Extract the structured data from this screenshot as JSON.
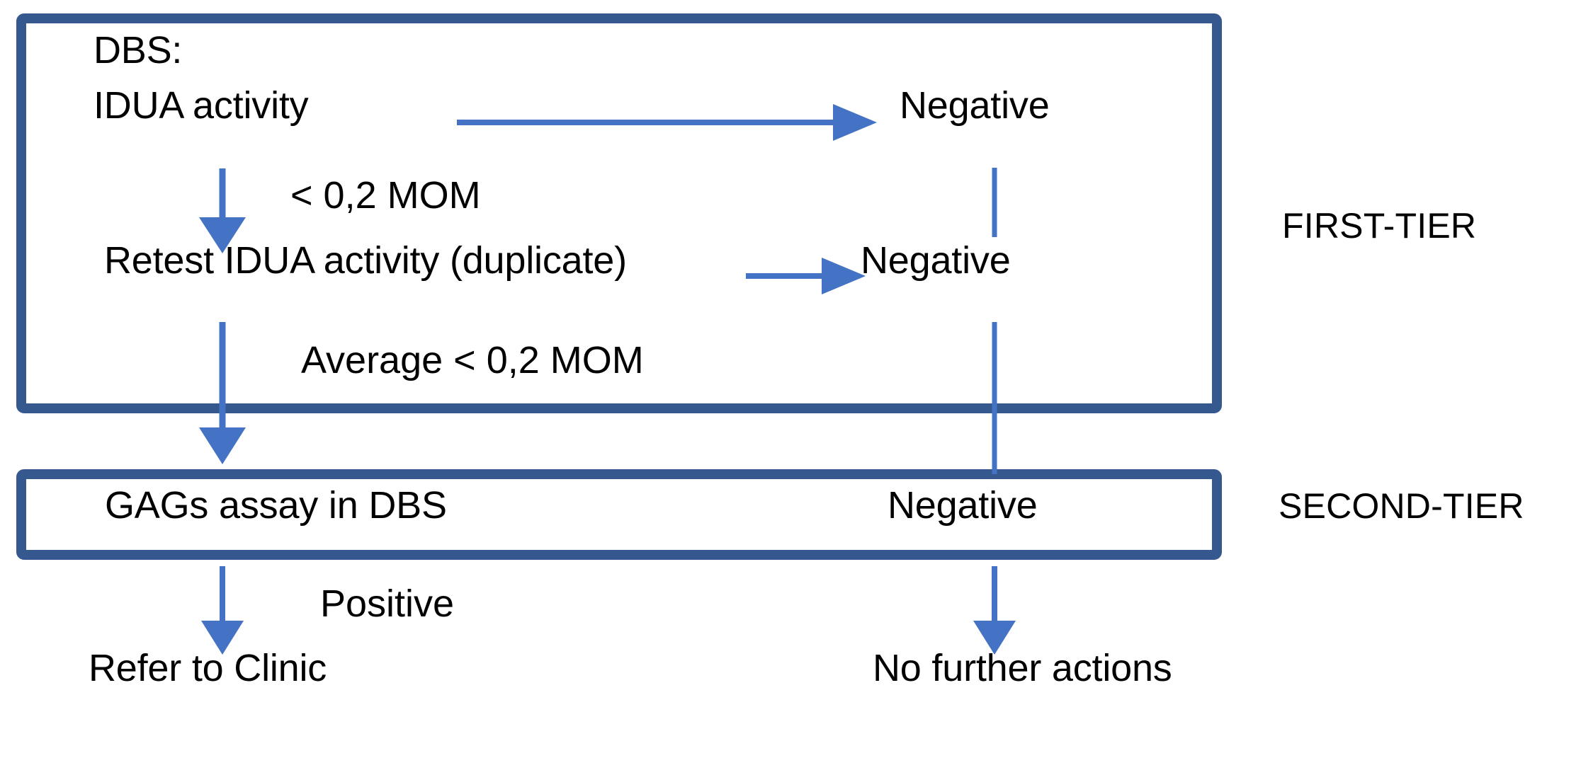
{
  "title": "Two-tier newborn screening algorithm for MPS I (IDUA / GAGs)",
  "colors": {
    "box_border": "#35598F",
    "arrow": "#4472C4",
    "text": "#000000",
    "background": "#FFFFFF"
  },
  "tiers": [
    {
      "id": "first",
      "label": "FIRST-TIER"
    },
    {
      "id": "second",
      "label": "SECOND-TIER"
    }
  ],
  "nodes": {
    "dbs_header": "DBS:",
    "idua_activity": "IDUA activity",
    "negative_1": "Negative",
    "retest": "Retest IDUA activity (duplicate)",
    "negative_2": "Negative",
    "gags_assay": "GAGs assay in DBS",
    "negative_3": "Negative",
    "refer_to_clinic": "Refer to Clinic",
    "no_further_actions": "No further actions"
  },
  "edge_labels": {
    "mom_threshold_1": "< 0,2 MOM",
    "mom_threshold_2": "Average < 0,2 MOM",
    "positive": "Positive"
  },
  "chart_data": {
    "type": "flowchart",
    "title": "Two-tier newborn screening algorithm",
    "nodes": [
      {
        "id": "dbs_idua",
        "label": "DBS: IDUA activity",
        "tier": "FIRST-TIER",
        "shape": "text"
      },
      {
        "id": "negative_1",
        "label": "Negative",
        "tier": "FIRST-TIER",
        "shape": "text"
      },
      {
        "id": "retest",
        "label": "Retest IDUA activity (duplicate)",
        "tier": "FIRST-TIER",
        "shape": "text"
      },
      {
        "id": "negative_2",
        "label": "Negative",
        "tier": "FIRST-TIER",
        "shape": "text"
      },
      {
        "id": "gags_assay",
        "label": "GAGs assay in DBS",
        "tier": "SECOND-TIER",
        "shape": "text"
      },
      {
        "id": "negative_3",
        "label": "Negative",
        "tier": "SECOND-TIER",
        "shape": "text"
      },
      {
        "id": "refer_to_clinic",
        "label": "Refer to Clinic",
        "tier": "outcome",
        "shape": "text"
      },
      {
        "id": "no_further_actions",
        "label": "No further actions",
        "tier": "outcome",
        "shape": "text"
      }
    ],
    "edges": [
      {
        "from": "dbs_idua",
        "to": "negative_1",
        "label": "",
        "direction": "right"
      },
      {
        "from": "dbs_idua",
        "to": "retest",
        "label": "< 0,2 MOM",
        "direction": "down"
      },
      {
        "from": "retest",
        "to": "negative_2",
        "label": "",
        "direction": "right"
      },
      {
        "from": "retest",
        "to": "gags_assay",
        "label": "Average < 0,2 MOM",
        "direction": "down"
      },
      {
        "from": "negative_1",
        "to": "negative_2",
        "label": "",
        "direction": "down"
      },
      {
        "from": "negative_2",
        "to": "negative_3",
        "label": "",
        "direction": "down"
      },
      {
        "from": "gags_assay",
        "to": "refer_to_clinic",
        "label": "Positive",
        "direction": "down"
      },
      {
        "from": "negative_3",
        "to": "no_further_actions",
        "label": "",
        "direction": "down"
      }
    ],
    "containers": [
      {
        "label": "FIRST-TIER",
        "contains": [
          "dbs_idua",
          "negative_1",
          "retest",
          "negative_2"
        ]
      },
      {
        "label": "SECOND-TIER",
        "contains": [
          "gags_assay",
          "negative_3"
        ]
      }
    ]
  }
}
